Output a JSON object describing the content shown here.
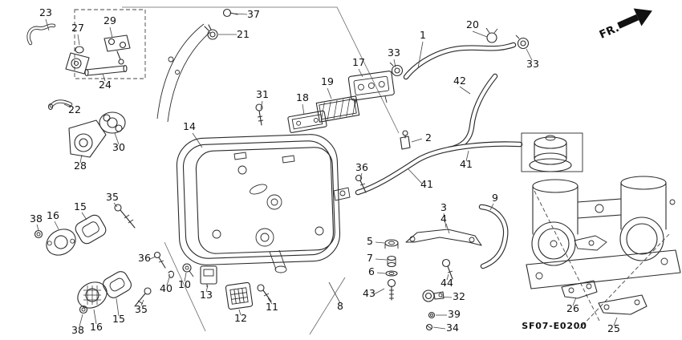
{
  "diagram": {
    "part_code": "SF07-E0200",
    "fr_label": "FR.",
    "colors": {
      "ink": "#2b2b2b",
      "background": "#ffffff"
    },
    "callouts": [
      {
        "label": "23"
      },
      {
        "label": "27"
      },
      {
        "label": "29"
      },
      {
        "label": "37"
      },
      {
        "label": "21"
      },
      {
        "label": "20"
      },
      {
        "label": "33"
      },
      {
        "label": "33"
      },
      {
        "label": "1"
      },
      {
        "label": "17"
      },
      {
        "label": "42"
      },
      {
        "label": "19"
      },
      {
        "label": "31"
      },
      {
        "label": "18"
      },
      {
        "label": "24"
      },
      {
        "label": "22"
      },
      {
        "label": "30"
      },
      {
        "label": "28"
      },
      {
        "label": "2"
      },
      {
        "label": "41"
      },
      {
        "label": "14"
      },
      {
        "label": "36"
      },
      {
        "label": "41"
      },
      {
        "label": "9"
      },
      {
        "label": "3"
      },
      {
        "label": "4"
      },
      {
        "label": "35"
      },
      {
        "label": "15"
      },
      {
        "label": "16"
      },
      {
        "label": "38"
      },
      {
        "label": "5"
      },
      {
        "label": "7"
      },
      {
        "label": "6"
      },
      {
        "label": "44"
      },
      {
        "label": "36"
      },
      {
        "label": "40"
      },
      {
        "label": "10"
      },
      {
        "label": "13"
      },
      {
        "label": "12"
      },
      {
        "label": "11"
      },
      {
        "label": "8"
      },
      {
        "label": "43"
      },
      {
        "label": "32"
      },
      {
        "label": "39"
      },
      {
        "label": "34"
      },
      {
        "label": "26"
      },
      {
        "label": "25"
      },
      {
        "label": "38"
      },
      {
        "label": "16"
      },
      {
        "label": "15"
      },
      {
        "label": "35"
      }
    ]
  }
}
